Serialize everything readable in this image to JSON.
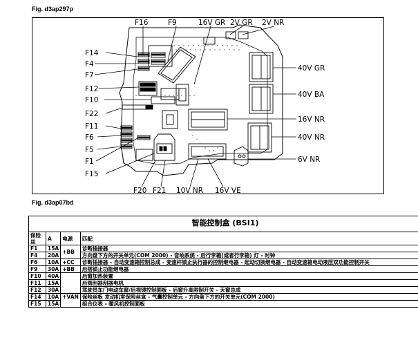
{
  "figures": {
    "diagram_label": "Fig. d3ap297p",
    "table_label": "Fig. d3ap07bd"
  },
  "diagram": {
    "top_labels": [
      "F16",
      "F9",
      "16V GR",
      "2V GR",
      "2V NR"
    ],
    "left_labels": [
      "F14",
      "F4",
      "F7",
      "F12",
      "F10",
      "F22",
      "F11",
      "F6",
      "F5",
      "F1",
      "F15"
    ],
    "right_labels": [
      "40V GR",
      "40V BA",
      "16V NR",
      "40V NR",
      "6V NR"
    ],
    "bottom_labels": [
      "F20",
      "F21",
      "10V NR",
      "16V VE"
    ]
  },
  "table": {
    "title": "智能控制盒 (BSI1)",
    "headers": [
      "保险丝",
      "A",
      "电源",
      "匹配"
    ],
    "rows": [
      {
        "fuse": "F1",
        "amp": "15A",
        "desc": "诊断插接器"
      },
      {
        "fuse": "F4",
        "amp": "20A",
        "desc": "方向盘下方的开关单元(COM 2000) - 音响系统 - 后行李箱(或者行李箱) 灯 - 时钟"
      },
      {
        "fuse": "F6",
        "amp": "10A",
        "desc": "诊断插接器 - 自动变速箱控制总成 - 变速杆锁止执行器的控制继电器 - 起动切换继电器 - 自动变速箱电动液压双功能控制开关"
      },
      {
        "fuse": "F9",
        "amp": "30A",
        "source": "+BB",
        "desc": "后搭锁止功能继电器"
      },
      {
        "fuse": "F10",
        "amp": "40A",
        "desc": "后窗加热装置"
      },
      {
        "fuse": "F11",
        "amp": "15A",
        "desc": "后雨刮器刮器电机"
      },
      {
        "fuse": "F12",
        "amp": "30A",
        "desc": "驾驶员车门电动车窗/后视镜控制面板 - 后窗升高限制开关 - 天窗总成"
      },
      {
        "fuse": "F14",
        "amp": "10A",
        "desc": "保险丝板 发动机室保险丝盒 - 气囊控制单元 - 方向盘下方的开关单元(COM 2000)"
      },
      {
        "fuse": "F15",
        "amp": "15A",
        "desc": "组合仪表 - 暖风机控制面板"
      }
    ],
    "source_groups": [
      "+BB",
      "+CC",
      "+VAN"
    ]
  }
}
